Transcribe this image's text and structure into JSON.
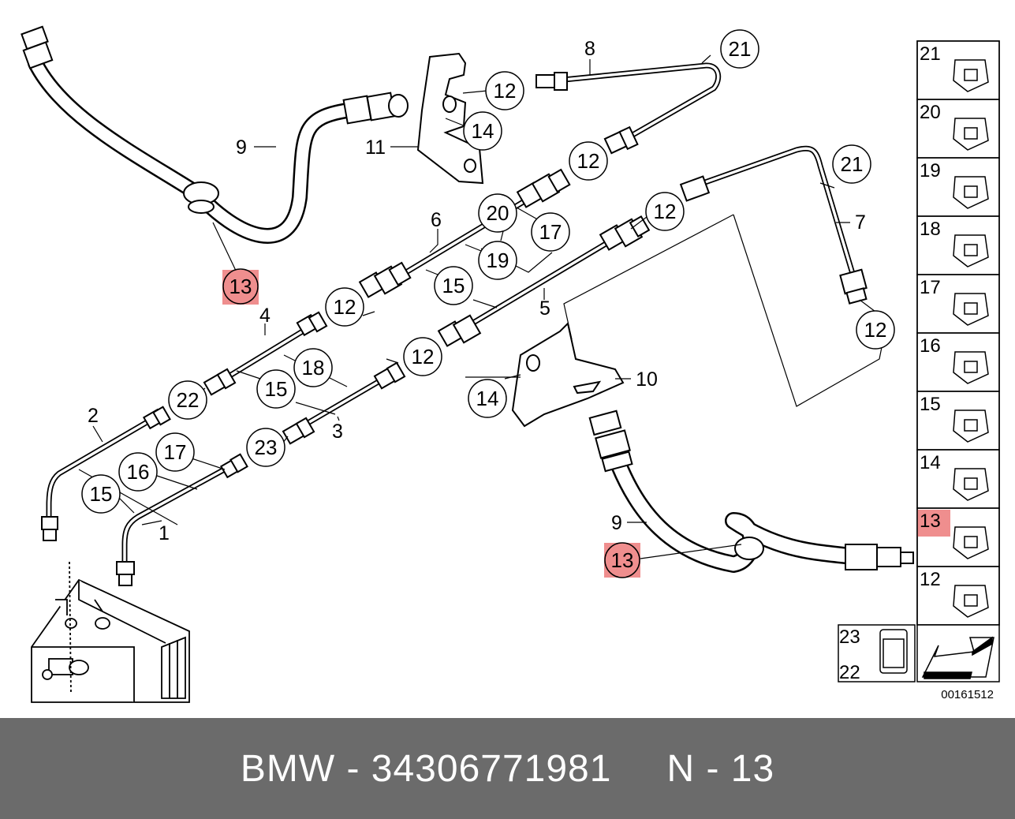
{
  "callouts": {
    "c_13_top": "13",
    "c_12_top": "12",
    "c_14_top": "14",
    "c_21_top": "21",
    "c_12_b": "12",
    "c_12_c": "12",
    "c_20": "20",
    "c_17_top": "17",
    "c_19": "19",
    "c_15_mid": "15",
    "c_12_d": "12",
    "c_21_right": "21",
    "c_12_e": "12",
    "c_12_f": "12",
    "c_18": "18",
    "c_15_b": "15",
    "c_22": "22",
    "c_14_mid": "14",
    "c_17_b": "17",
    "c_16": "16",
    "c_23": "23",
    "c_15_c": "15",
    "c_13_bottom": "13"
  },
  "labels": {
    "l_8": "8",
    "l_9_top": "9",
    "l_11": "11",
    "l_6": "6",
    "l_4": "4",
    "l_7": "7",
    "l_5": "5",
    "l_3": "3",
    "l_10": "10",
    "l_2": "2",
    "l_1": "1",
    "l_9_bottom": "9"
  },
  "legend": {
    "items": [
      "21",
      "20",
      "19",
      "18",
      "17",
      "16",
      "15",
      "14",
      "13",
      "12"
    ],
    "bottom_top": "23",
    "bottom_bottom": "22"
  },
  "diagram_code": "00161512",
  "footer": {
    "brand": "BMW - 34306771981",
    "ref": "N - 13"
  },
  "colors": {
    "highlight": "#ef8e8e",
    "line": "#000000",
    "footer_bg": "#6b6b6b",
    "footer_text": "#ffffff"
  }
}
